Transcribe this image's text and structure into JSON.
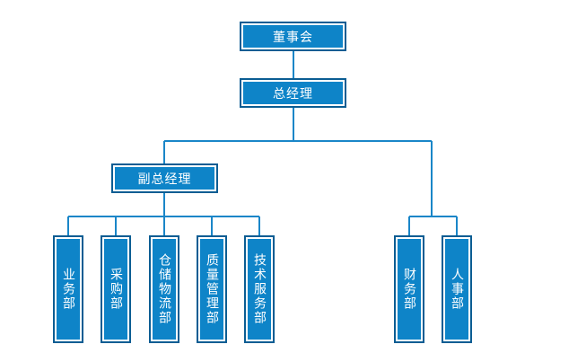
{
  "org_chart": {
    "board": "董事会",
    "general_manager": "总经理",
    "deputy_general_manager": "副总经理",
    "deputy_departments": [
      "业务部",
      "采购部",
      "仓储物流部",
      "质量管理部",
      "技术服务部"
    ],
    "direct_departments": [
      "财务部",
      "人事部"
    ]
  },
  "colors": {
    "node_fill": "#0e84c8",
    "node_border": "#0b5d93",
    "connector": "#1a86c8",
    "text": "#ffffff"
  }
}
